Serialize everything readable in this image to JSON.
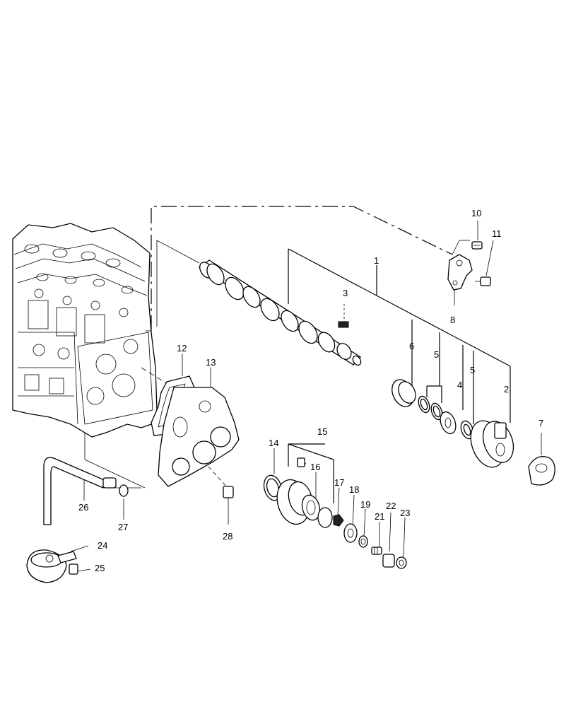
{
  "diagram": {
    "labels": {
      "l1": "1",
      "l2": "2",
      "l3": "3",
      "l4": "4",
      "l5a": "5",
      "l5b": "5",
      "l6": "6",
      "l7": "7",
      "l8": "8",
      "l10": "10",
      "l11": "11",
      "l12": "12",
      "l13": "13",
      "l14": "14",
      "l15": "15",
      "l16": "16",
      "l17": "17",
      "l18": "18",
      "l19": "19",
      "l21": "21",
      "l22": "22",
      "l23": "23",
      "l24": "24",
      "l25": "25",
      "l26": "26",
      "l27": "27",
      "l28": "28"
    }
  }
}
